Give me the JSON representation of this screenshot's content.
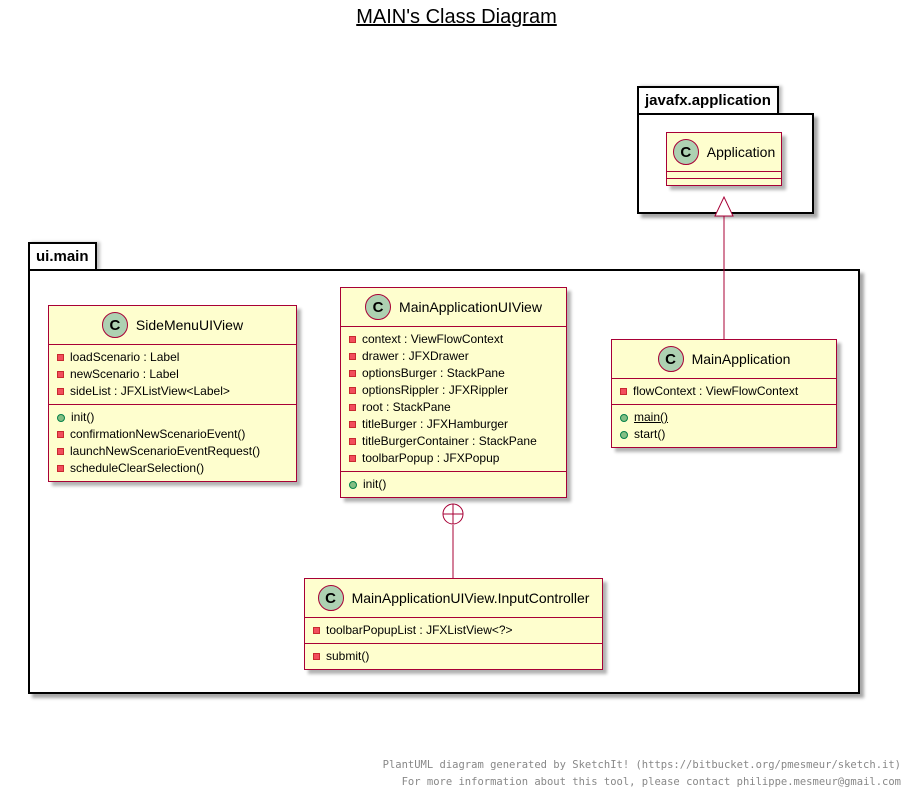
{
  "title": "MAIN's Class Diagram",
  "packages": [
    {
      "name": "javafx.application"
    },
    {
      "name": "ui.main"
    }
  ],
  "classes": {
    "application": {
      "name": "Application",
      "stereotype": "C",
      "fields": [],
      "methods": []
    },
    "side_menu": {
      "name": "SideMenuUIView",
      "stereotype": "C",
      "fields": [
        {
          "visibility": "private",
          "text": "loadScenario : Label"
        },
        {
          "visibility": "private",
          "text": "newScenario : Label"
        },
        {
          "visibility": "private",
          "text": "sideList : JFXListView<Label>"
        }
      ],
      "methods": [
        {
          "visibility": "public",
          "text": "init()"
        },
        {
          "visibility": "private",
          "text": "confirmationNewScenarioEvent()"
        },
        {
          "visibility": "private",
          "text": "launchNewScenarioEventRequest()"
        },
        {
          "visibility": "private",
          "text": "scheduleClearSelection()"
        }
      ]
    },
    "main_app_ui": {
      "name": "MainApplicationUIView",
      "stereotype": "C",
      "fields": [
        {
          "visibility": "private",
          "text": "context : ViewFlowContext"
        },
        {
          "visibility": "private",
          "text": "drawer : JFXDrawer"
        },
        {
          "visibility": "private",
          "text": "optionsBurger : StackPane"
        },
        {
          "visibility": "private",
          "text": "optionsRippler : JFXRippler"
        },
        {
          "visibility": "private",
          "text": "root : StackPane"
        },
        {
          "visibility": "private",
          "text": "titleBurger : JFXHamburger"
        },
        {
          "visibility": "private",
          "text": "titleBurgerContainer : StackPane"
        },
        {
          "visibility": "private",
          "text": "toolbarPopup : JFXPopup"
        }
      ],
      "methods": [
        {
          "visibility": "public",
          "text": "init()"
        }
      ]
    },
    "main_app": {
      "name": "MainApplication",
      "stereotype": "C",
      "fields": [
        {
          "visibility": "private",
          "text": "flowContext : ViewFlowContext"
        }
      ],
      "methods": [
        {
          "visibility": "public",
          "text": "main()",
          "static": true
        },
        {
          "visibility": "public",
          "text": "start()"
        }
      ]
    },
    "input_controller": {
      "name": "MainApplicationUIView.InputController",
      "stereotype": "C",
      "fields": [
        {
          "visibility": "private",
          "text": "toolbarPopupList : JFXListView<?>"
        }
      ],
      "methods": [
        {
          "visibility": "private",
          "text": "submit()"
        }
      ]
    }
  },
  "relations": [
    {
      "type": "inheritance",
      "from": "MainApplication",
      "to": "Application"
    },
    {
      "type": "nested",
      "from": "MainApplicationUIView.InputController",
      "to": "MainApplicationUIView"
    }
  ],
  "footer": [
    "PlantUML diagram generated by SketchIt! (https://bitbucket.org/pmesmeur/sketch.it)",
    "For more information about this tool, please contact philippe.mesmeur@gmail.com"
  ],
  "colors": {
    "class_fill": "#fefece",
    "class_border": "#a80036",
    "spot_fill": "#add1b2",
    "private_marker": "#f24d5c",
    "public_marker": "#84be84"
  }
}
